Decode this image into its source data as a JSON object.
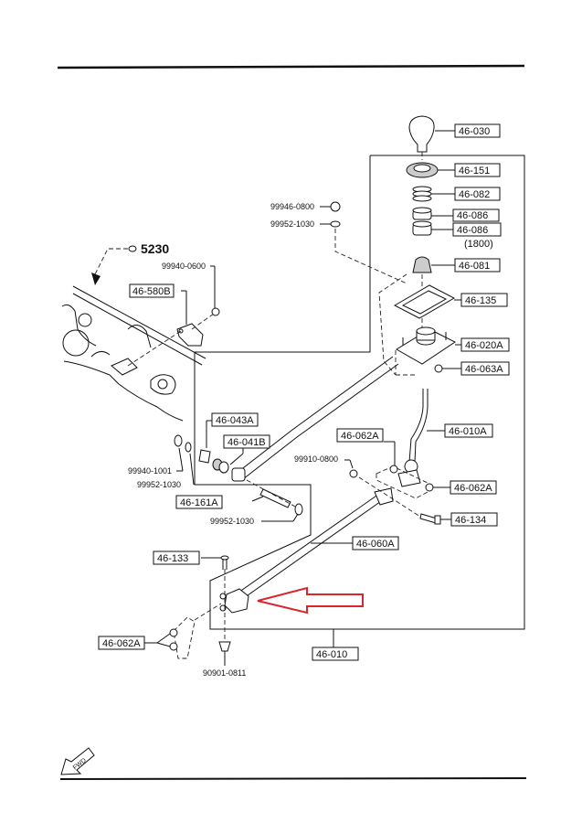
{
  "diagram": {
    "title_ref": "5230",
    "orientation_label": "FWD",
    "highlight_arrow_color": "#d9262c",
    "ink_color": "#111111",
    "boxed_parts": {
      "p46_030": "46-030",
      "p46_151": "46-151",
      "p46_082": "46-082",
      "p46_086_a": "46-086",
      "p46_086_b": "46-086",
      "p46_086_note": "(1800)",
      "p46_081": "46-081",
      "p46_135": "46-135",
      "p46_020A": "46-020A",
      "p46_063A": "46-063A",
      "p46_580B": "46-580B",
      "p46_043A": "46-043A",
      "p46_041B": "46-041B",
      "p46_062A_top": "46-062A",
      "p46_010A": "46-010A",
      "p46_062A_right": "46-062A",
      "p46_134": "46-134",
      "p46_161A": "46-161A",
      "p46_060A": "46-060A",
      "p46_133": "46-133",
      "p46_062A_left": "46-062A",
      "p46_010": "46-010"
    },
    "hardware": {
      "h99946_0800": "99946-0800",
      "h99952_1030_top": "99952-1030",
      "h99940_0600": "99940-0600",
      "h99940_1001": "99940-1001",
      "h99952_1030_mid": "99952-1030",
      "h99952_1030_low": "99952-1030",
      "h99910_0800": "99910-0800",
      "h90901_0811": "90901-0811"
    }
  }
}
